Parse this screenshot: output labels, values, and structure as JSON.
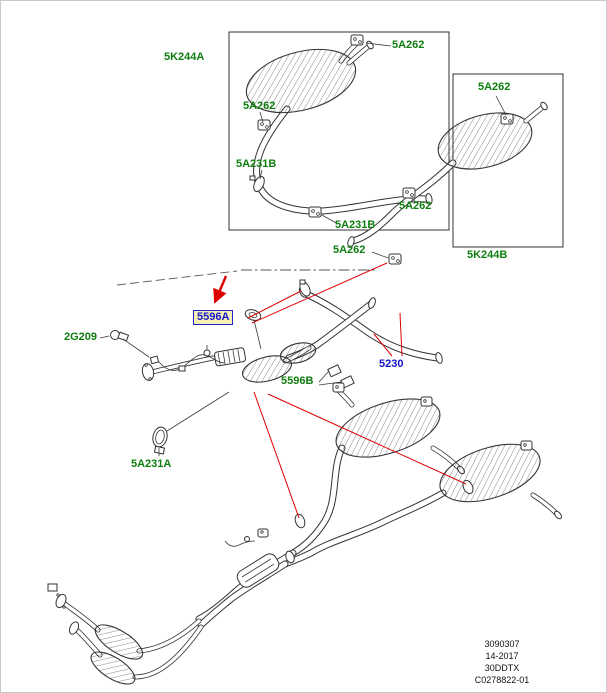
{
  "diagram_type": "exhaust-system-parts-diagram",
  "colors": {
    "green": "#0f7d0f",
    "blue": "#1515cc",
    "red": "#dd0000",
    "ink": "#333333",
    "hlbg": "#f5f0b4",
    "hlborder": "#2222cc"
  },
  "part_labels": [
    {
      "id": "5K244A",
      "text": "5K244A",
      "color": "green",
      "highlighted": false
    },
    {
      "id": "5A262-a",
      "text": "5A262",
      "color": "green",
      "highlighted": false
    },
    {
      "id": "5A262-b",
      "text": "5A262",
      "color": "green",
      "highlighted": false
    },
    {
      "id": "5A231B-a",
      "text": "5A231B",
      "color": "green",
      "highlighted": false
    },
    {
      "id": "5A262-c",
      "text": "5A262",
      "color": "green",
      "highlighted": false
    },
    {
      "id": "5A262-d",
      "text": "5A262",
      "color": "green",
      "highlighted": false
    },
    {
      "id": "5A231B-b",
      "text": "5A231B",
      "color": "green",
      "highlighted": false
    },
    {
      "id": "5K244B",
      "text": "5K244B",
      "color": "green",
      "highlighted": false
    },
    {
      "id": "5A262-e",
      "text": "5A262",
      "color": "green",
      "highlighted": false
    },
    {
      "id": "2G209",
      "text": "2G209",
      "color": "green",
      "highlighted": false
    },
    {
      "id": "5596A",
      "text": "5596A",
      "color": "blue",
      "highlighted": true
    },
    {
      "id": "5230",
      "text": "5230",
      "color": "blue",
      "highlighted": false
    },
    {
      "id": "5596B",
      "text": "5596B",
      "color": "green",
      "highlighted": false
    },
    {
      "id": "5A231A",
      "text": "5A231A",
      "color": "green",
      "highlighted": false
    }
  ],
  "footer": {
    "lines": [
      "3090307",
      "14-2017",
      "30DDTX",
      "C0278822-01"
    ]
  }
}
